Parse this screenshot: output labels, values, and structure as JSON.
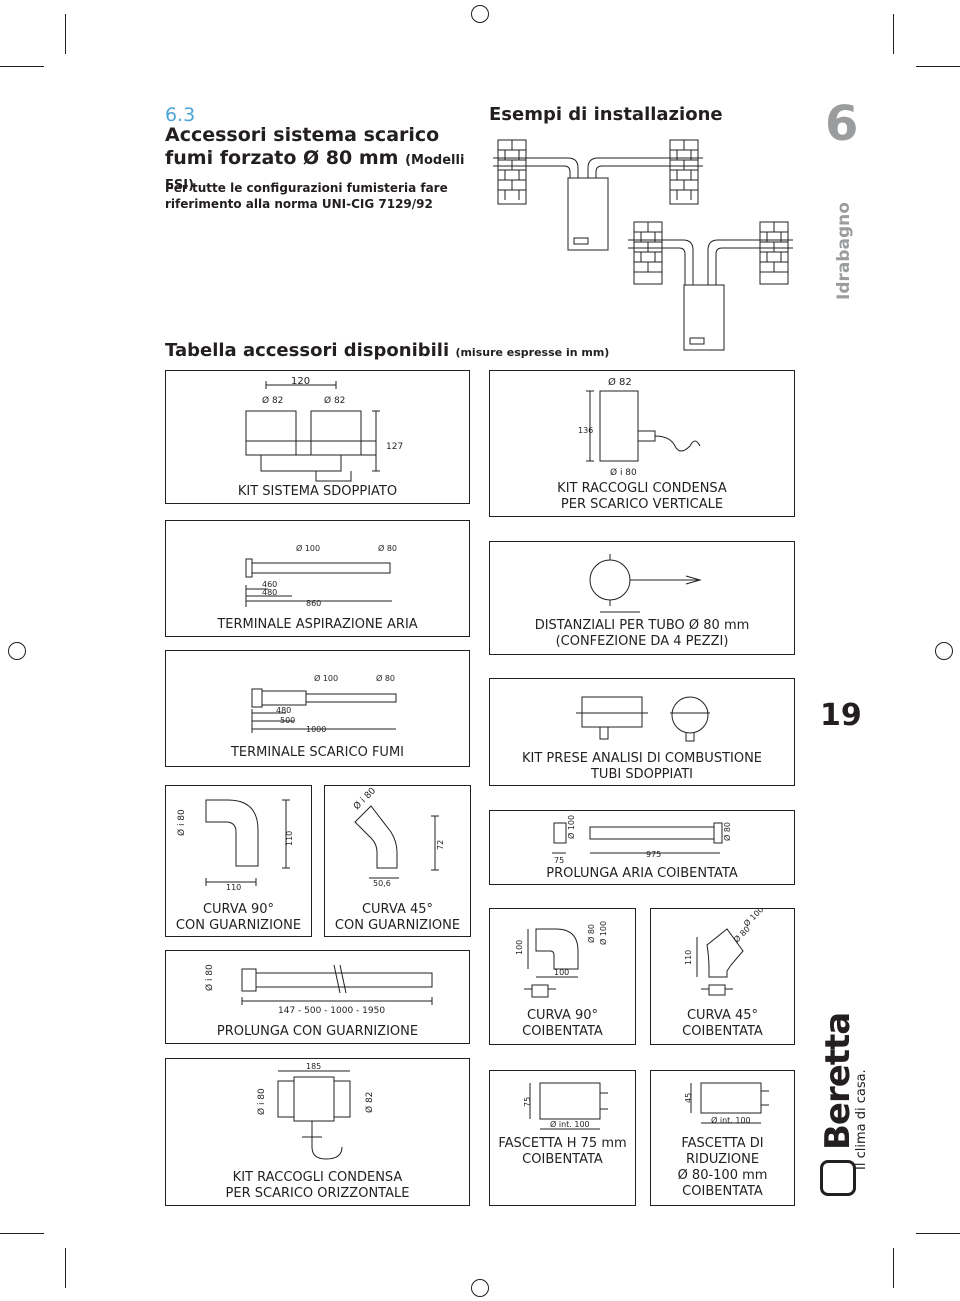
{
  "header": {
    "section_number": "6.3",
    "section_title": "Accessori sistema scarico fumi forzato Ø 80 mm",
    "section_title_suffix": "(Modelli ESI)",
    "intro": "Per tutte le configurazioni fumisteria fare riferimento alla norma UNI-CIG 7129/92",
    "install_title": "Esempi di installazione",
    "chapter_number": "6",
    "chapter_name": "Idrabagno",
    "page_number": "19"
  },
  "table": {
    "title": "Tabella accessori disponibili",
    "note": "(misure espresse in mm)"
  },
  "items": [
    {
      "caption": "KIT SISTEMA SDOPPIATO",
      "dims": [
        "120",
        "Ø 82",
        "Ø 82",
        "127"
      ]
    },
    {
      "caption": "KIT RACCOGLI CONDENSA\nPER SCARICO VERTICALE",
      "dims": [
        "Ø 82",
        "136",
        "Ø i 80"
      ]
    },
    {
      "caption": "TERMINALE ASPIRAZIONE ARIA",
      "dims": [
        "Ø 100",
        "Ø 80",
        "460",
        "480",
        "860"
      ]
    },
    {
      "caption": "DISTANZIALI PER TUBO Ø 80 mm\n(CONFEZIONE DA 4 PEZZI)",
      "dims": []
    },
    {
      "caption": "TERMINALE SCARICO FUMI",
      "dims": [
        "Ø 100",
        "Ø 80",
        "480",
        "500",
        "1000"
      ]
    },
    {
      "caption": "KIT PRESE ANALISI DI COMBUSTIONE\nTUBI SDOPPIATI",
      "dims": []
    },
    {
      "caption": "CURVA  90°\nCON GUARNIZIONE",
      "dims": [
        "Ø i 80",
        "110",
        "110"
      ]
    },
    {
      "caption": "CURVA  45°\nCON GUARNIZIONE",
      "dims": [
        "Ø i 80",
        "72",
        "50,6"
      ]
    },
    {
      "caption": "PROLUNGA ARIA COIBENTATA",
      "dims": [
        "Ø 100",
        "Ø 80",
        "75",
        "975"
      ]
    },
    {
      "caption": "PROLUNGA CON GUARNIZIONE",
      "dims": [
        "Ø i 80",
        "147 - 500 - 1000 - 1950"
      ]
    },
    {
      "caption": "CURVA  90°\nCOIBENTATA",
      "dims": [
        "100",
        "100",
        "Ø 80",
        "Ø 100"
      ]
    },
    {
      "caption": "CURVA  45°\nCOIBENTATA",
      "dims": [
        "110",
        "Ø 80",
        "Ø 100"
      ]
    },
    {
      "caption": "KIT RACCOGLI CONDENSA\nPER SCARICO ORIZZONTALE",
      "dims": [
        "185",
        "Ø i 80",
        "Ø 82"
      ]
    },
    {
      "caption": "FASCETTA H 75 mm\nCOIBENTATA",
      "dims": [
        "75",
        "Ø int. 100"
      ]
    },
    {
      "caption": "FASCETTA DI\nRIDUZIONE\nØ 80-100 mm\nCOIBENTATA",
      "dims": [
        "45",
        "Ø int. 100"
      ]
    }
  ],
  "brand": {
    "name": "Beretta",
    "slogan": "Il clima di casa."
  },
  "colors": {
    "accent_blue": "#4da5d8",
    "chapter_grey": "#9a9c9e",
    "ink": "#231f20"
  }
}
